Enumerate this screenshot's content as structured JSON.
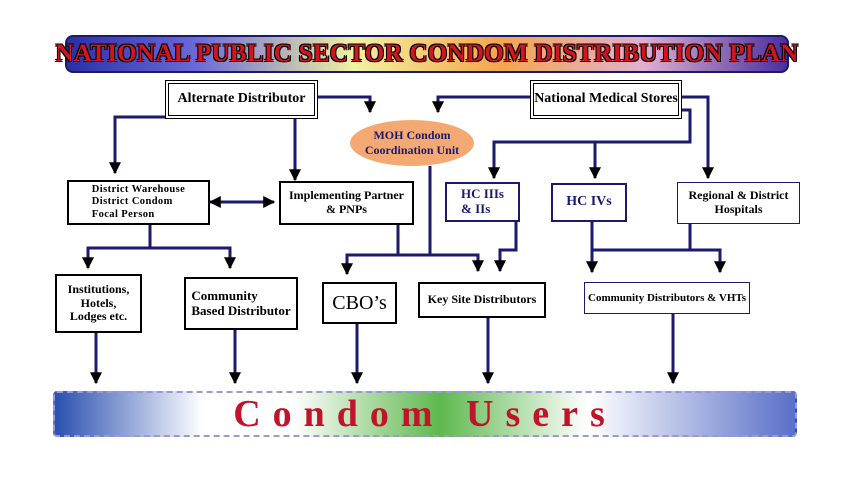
{
  "title": "NATIONAL PUBLIC SECTOR CONDOM DISTRIBUTION PLAN",
  "nodes": {
    "alternate_distributor": "Alternate Distributor",
    "national_medical_stores": "National Medical Stores",
    "moh_unit_line1": "MOH Condom",
    "moh_unit_line2": "Coordination Unit",
    "district_line1": "District Warehouse",
    "district_line2": "District Condom",
    "district_line3": "Focal  Person",
    "implementing_line1": "Implementing Partner",
    "implementing_line2": "& PNPs",
    "hc3_line1": "HC IIIs",
    "hc3_line2": "& IIs",
    "hc4": "HC IVs",
    "regional_line1": "Regional & District",
    "regional_line2": "Hospitals",
    "institutions_line1": "Institutions,",
    "institutions_line2": "Hotels,",
    "institutions_line3": "Lodges etc.",
    "cbd_line1": "Community",
    "cbd_line2": "Based Distributor",
    "cbos": "CBO’s",
    "key_site": "Key Site Distributors",
    "community_vhts": "Community Distributors & VHTs"
  },
  "footer": "Condom Users",
  "colors": {
    "title_text": "#d4141e",
    "connector": "#1a1a6e",
    "oval_fill": "#f4a972",
    "footer_text": "#c0142a"
  }
}
